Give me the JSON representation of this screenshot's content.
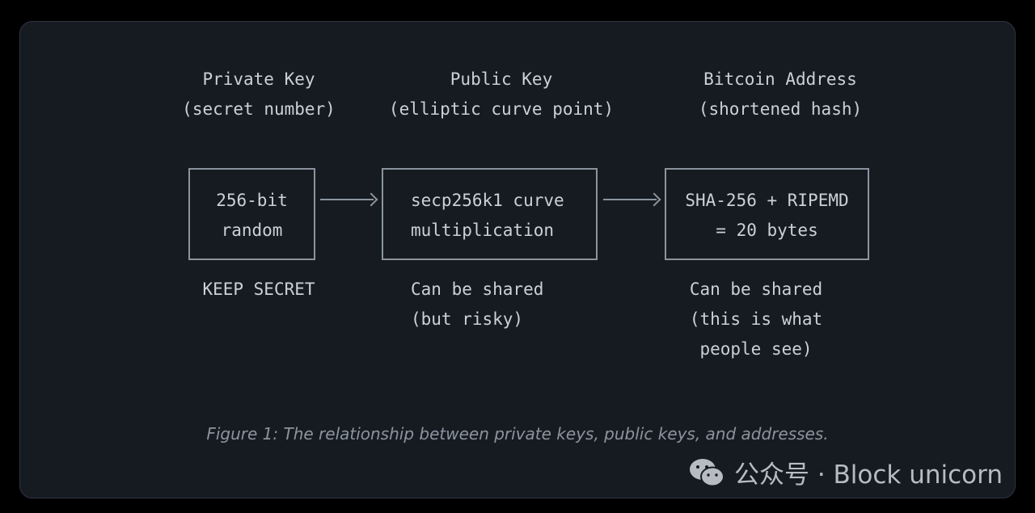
{
  "columns": [
    {
      "title": "Private Key",
      "subtitle": "(secret number)",
      "box_line1": "256-bit",
      "box_line2": "random",
      "note_line1": "KEEP SECRET",
      "note_line2": "",
      "note_line3": ""
    },
    {
      "title": "Public Key",
      "subtitle": "(elliptic curve point)",
      "box_line1": "secp256k1 curve",
      "box_line2": "multiplication",
      "note_line1": "Can be shared",
      "note_line2": "(but risky)",
      "note_line3": ""
    },
    {
      "title": "Bitcoin Address",
      "subtitle": "(shortened hash)",
      "box_line1": "SHA-256 + RIPEMD",
      "box_line2": "= 20 bytes",
      "note_line1": "Can be shared",
      "note_line2": "(this is what",
      "note_line3": "people see)"
    }
  ],
  "caption": "Figure 1: The relationship between private keys, public keys, and addresses.",
  "watermark": {
    "icon": "wechat-icon",
    "text": "公众号 · Block unicorn"
  },
  "colors": {
    "background": "#161b22",
    "text": "#c9d1d9",
    "line": "#8b949e"
  }
}
